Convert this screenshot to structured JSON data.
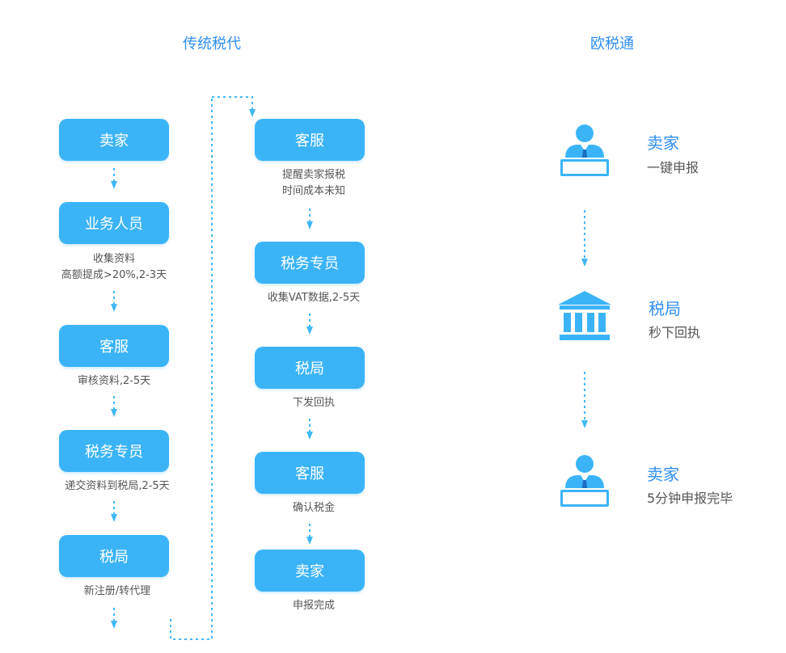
{
  "traditional": {
    "title": "传统税代",
    "steps": [
      {
        "label": "卖家",
        "notes": []
      },
      {
        "label": "业务人员",
        "notes": [
          "收集资料",
          "高额提成>20%,2-3天"
        ]
      },
      {
        "label": "客服",
        "notes": [
          "审核资料,2-5天"
        ]
      },
      {
        "label": "税务专员",
        "notes": [
          "递交资料到税局,2-5天"
        ]
      },
      {
        "label": "税局",
        "notes": [
          "新注册/转代理"
        ]
      },
      {
        "label": "客服",
        "notes": [
          "提醒卖家报税",
          "时间成本未知"
        ]
      },
      {
        "label": "税务专员",
        "notes": [
          "收集VAT数据,2-5天"
        ]
      },
      {
        "label": "税局",
        "notes": [
          "下发回执"
        ]
      },
      {
        "label": "客服",
        "notes": [
          "确认税金"
        ]
      },
      {
        "label": "卖家",
        "notes": [
          "申报完成"
        ]
      }
    ]
  },
  "ouvat": {
    "title": "欧税通",
    "steps": [
      {
        "icon": "seller-laptop-icon",
        "title": "卖家",
        "subtitle": "一键申报"
      },
      {
        "icon": "tax-bureau-building-icon",
        "title": "税局",
        "subtitle": "秒下回执"
      },
      {
        "icon": "seller-laptop-icon",
        "title": "卖家",
        "subtitle": "5分钟申报完毕"
      }
    ]
  },
  "colors": {
    "accent": "#2f8ff0",
    "box": "#3bb4f7",
    "connector": "#41b7f5",
    "text": "#555555"
  }
}
